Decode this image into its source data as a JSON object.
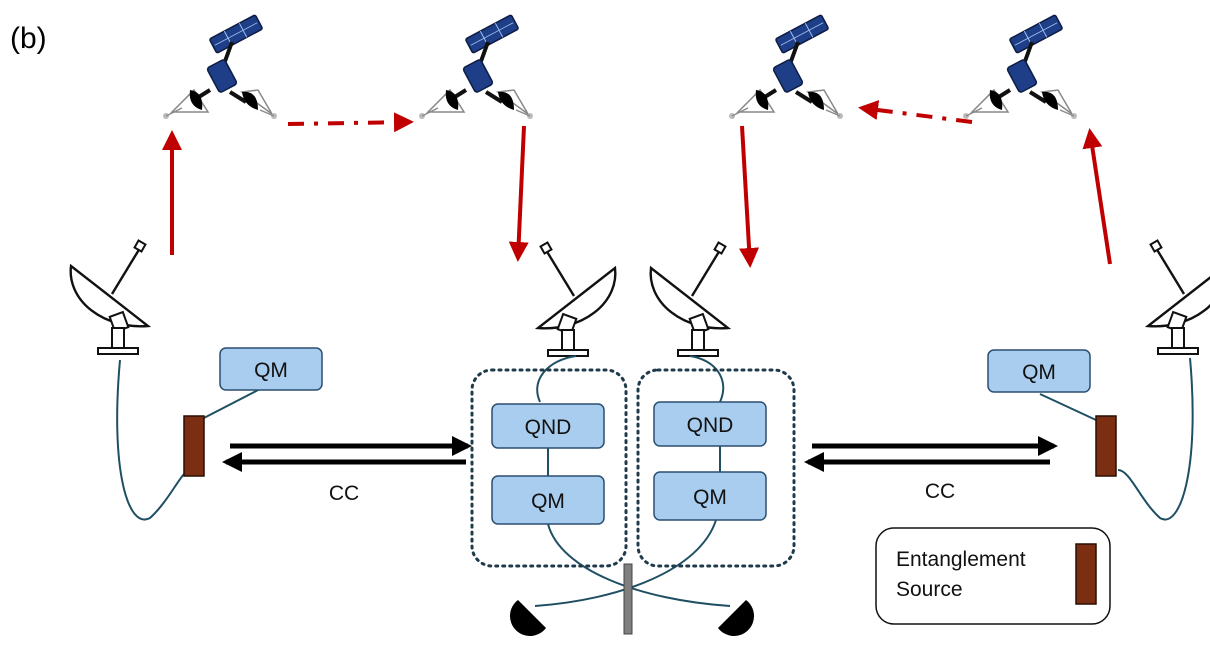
{
  "panel_label": "(b)",
  "boxes": {
    "qm_left": "QM",
    "qnd_center_left": "QND",
    "qm_center_left": "QM",
    "qnd_center_right": "QND",
    "qm_center_right": "QM",
    "qm_right": "QM"
  },
  "classical_channel": {
    "left_label": "CC",
    "right_label": "CC"
  },
  "legend": {
    "line1": "Entanglement",
    "line2": "Source",
    "swatch_color": "#7b2e12"
  },
  "colors": {
    "box_fill": "#a8cdee",
    "box_stroke": "#2c4f70",
    "link_red": "#c00000",
    "fiber": "#1f4f63",
    "dotted_frame": "#1f3a4a",
    "solar_panel": "#1f3e88"
  },
  "icons": [
    "satellite-icon",
    "ground-antenna-icon",
    "detector-icon",
    "beam-splitter-icon"
  ]
}
